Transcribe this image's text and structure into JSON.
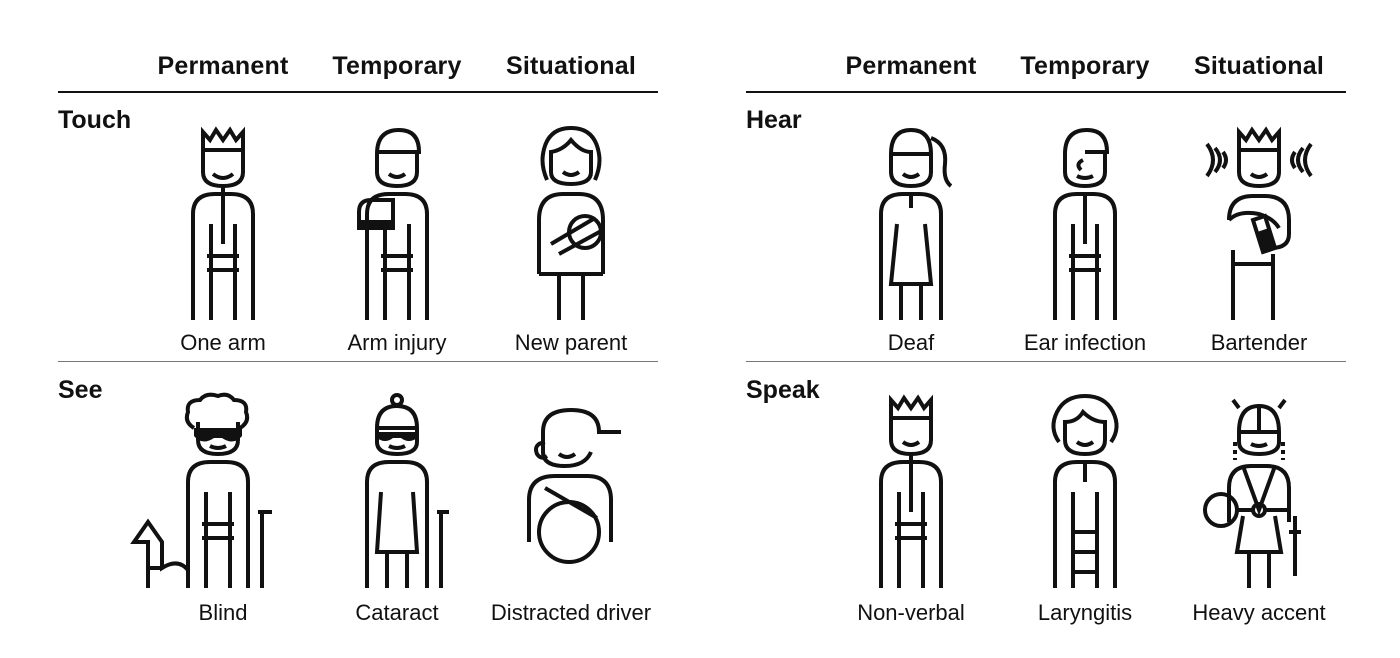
{
  "columns": [
    "Permanent",
    "Temporary",
    "Situational"
  ],
  "panels": [
    {
      "rows": [
        {
          "label": "Touch",
          "items": [
            {
              "caption": "One arm",
              "icon": "person-one-arm-icon"
            },
            {
              "caption": "Arm injury",
              "icon": "person-arm-sling-icon"
            },
            {
              "caption": "New parent",
              "icon": "person-holding-baby-icon"
            }
          ]
        },
        {
          "label": "See",
          "items": [
            {
              "caption": "Blind",
              "icon": "person-blind-guide-dog-icon"
            },
            {
              "caption": "Cataract",
              "icon": "person-cataract-cane-icon"
            },
            {
              "caption": "Distracted driver",
              "icon": "person-driving-icon"
            }
          ]
        }
      ]
    },
    {
      "rows": [
        {
          "label": "Hear",
          "items": [
            {
              "caption": "Deaf",
              "icon": "person-deaf-icon"
            },
            {
              "caption": "Ear infection",
              "icon": "person-ear-infection-icon"
            },
            {
              "caption": "Bartender",
              "icon": "person-bartender-noise-icon"
            }
          ]
        },
        {
          "label": "Speak",
          "items": [
            {
              "caption": "Non-verbal",
              "icon": "person-non-verbal-icon"
            },
            {
              "caption": "Laryngitis",
              "icon": "person-laryngitis-icon"
            },
            {
              "caption": "Heavy accent",
              "icon": "person-heavy-accent-icon"
            }
          ]
        }
      ]
    }
  ]
}
